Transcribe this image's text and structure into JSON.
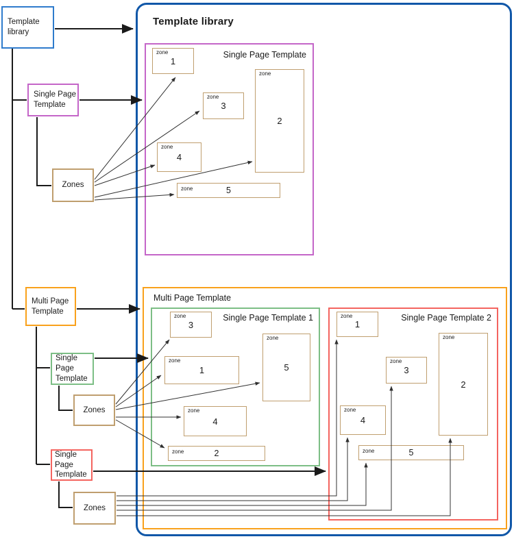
{
  "tree": {
    "template_library": "Template library",
    "single_page_template": "Single Page Template",
    "zones_1": "Zones",
    "multi_page_template": "Multi Page Template",
    "single_page_template_2": "Single Page Template",
    "zones_2": "Zones",
    "single_page_template_3": "Single Page Template",
    "zones_3": "Zones"
  },
  "library": {
    "title": "Template library",
    "single_page_template": {
      "title": "Single Page Template",
      "zones": [
        {
          "caption": "zone",
          "number": "1"
        },
        {
          "caption": "zone",
          "number": "3"
        },
        {
          "caption": "zone",
          "number": "2"
        },
        {
          "caption": "zone",
          "number": "4"
        },
        {
          "caption": "zone",
          "number": "5"
        }
      ]
    },
    "multi_page_template": {
      "title": "Multi Page Template",
      "page_1": {
        "title": "Single Page Template 1",
        "zones": [
          {
            "caption": "zone",
            "number": "3"
          },
          {
            "caption": "zone",
            "number": "1"
          },
          {
            "caption": "zone",
            "number": "5"
          },
          {
            "caption": "zone",
            "number": "4"
          },
          {
            "caption": "zone",
            "number": "2"
          }
        ]
      },
      "page_2": {
        "title": "Single Page Template 2",
        "zones": [
          {
            "caption": "zone",
            "number": "1"
          },
          {
            "caption": "zone",
            "number": "3"
          },
          {
            "caption": "zone",
            "number": "2"
          },
          {
            "caption": "zone",
            "number": "4"
          },
          {
            "caption": "zone",
            "number": "5"
          }
        ]
      }
    }
  },
  "colors": {
    "library_border": "#1057a8",
    "template_library_box_border": "#2e7bcc",
    "single_page_template_border": "#c465c8",
    "multi_page_template_border": "#f9a11b",
    "page_1_border": "#7cbe85",
    "page_2_border": "#f4645f",
    "zone_border": "#bf9e6e",
    "connector": "#1a1a1a",
    "zone_link": "#404040"
  }
}
